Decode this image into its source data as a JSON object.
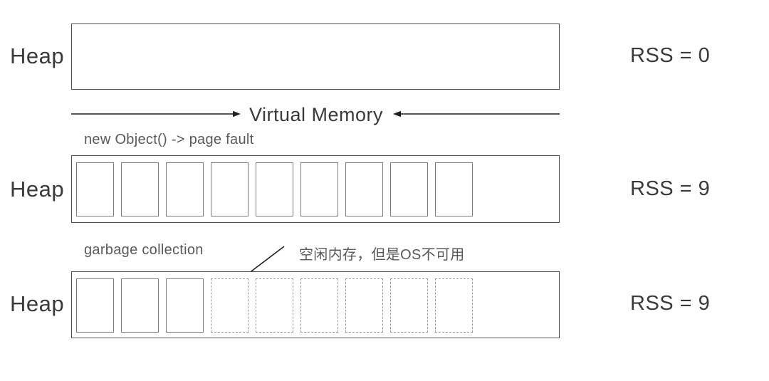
{
  "colors": {
    "background": "#ffffff",
    "label_text": "#3a3a3a",
    "annotation_text": "#595959",
    "outer_border": "#4f4f4f",
    "cell_border": "#7a7a7a",
    "dashed_cell_border": "#9a9a9a",
    "arrow": "#1f1f1f"
  },
  "virtual_memory_label": "Virtual Memory",
  "rows": [
    {
      "heap_label": "Heap",
      "rss_label": "RSS = 0",
      "solid_cells": 0,
      "dashed_cells": 0
    },
    {
      "heap_label": "Heap",
      "rss_label": "RSS = 9",
      "annotation": "new Object() -> page fault",
      "solid_cells": 9,
      "dashed_cells": 0
    },
    {
      "heap_label": "Heap",
      "rss_label": "RSS = 9",
      "annotation": "garbage collection",
      "annotation_cn": "空闲内存，但是OS不可用",
      "solid_cells": 3,
      "dashed_cells": 6
    }
  ]
}
